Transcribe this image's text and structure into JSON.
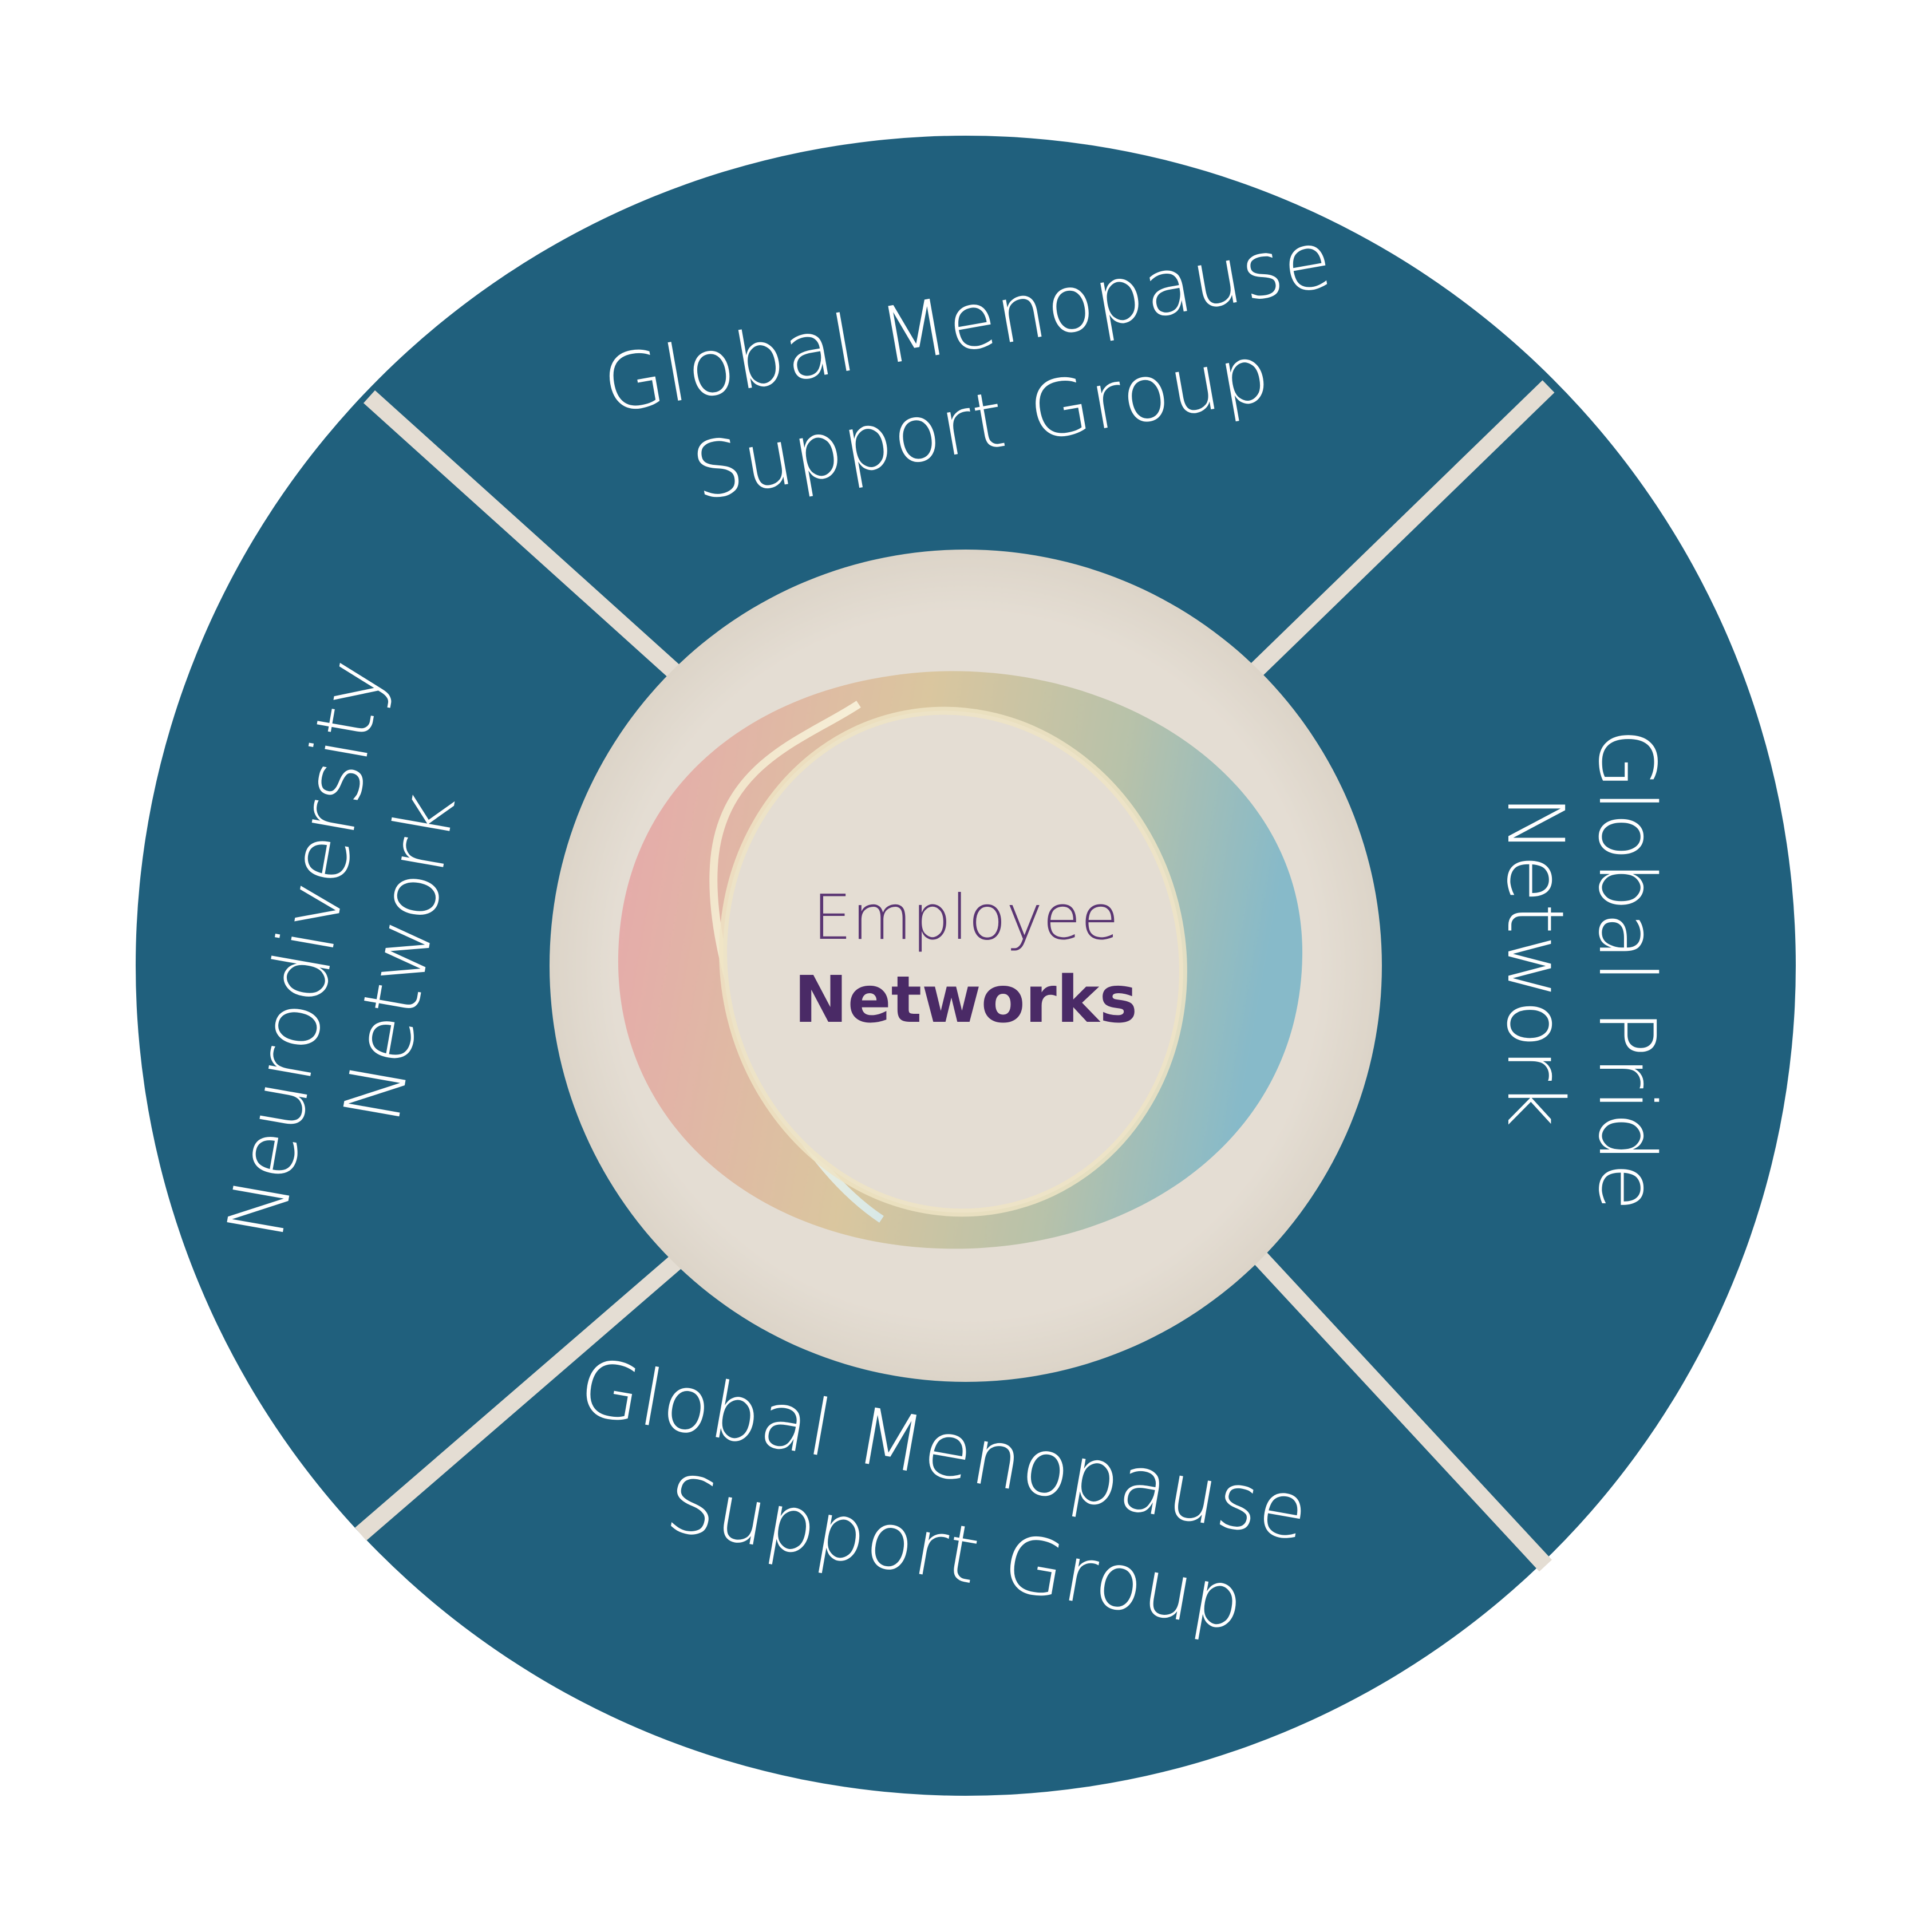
{
  "diagram": {
    "center": {
      "line1": "Employee",
      "line2": "Networks"
    },
    "segments": {
      "top": {
        "line1": "Global Menopause",
        "line2": "Support Group"
      },
      "right": {
        "line1": "Global Pride",
        "line2": "Network"
      },
      "bottom": {
        "line1": "Global Menopause",
        "line2": "Support Group"
      },
      "left": {
        "line1": "Neurodiversity",
        "line2": "Network"
      }
    },
    "colors": {
      "segment_fill": "#20607d",
      "divider": "#e4ddd3",
      "hub_fill": "#e4ddd3",
      "center_text": "#4a2a66",
      "segment_text": "#ffffff"
    }
  }
}
